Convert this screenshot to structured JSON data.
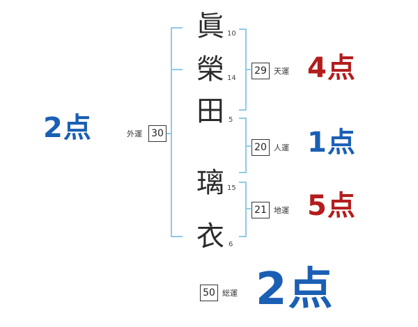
{
  "name_chars": [
    {
      "char": "眞",
      "strokes": "10"
    },
    {
      "char": "榮",
      "strokes": "14"
    },
    {
      "char": "田",
      "strokes": "5"
    },
    {
      "char": "璃",
      "strokes": "15"
    },
    {
      "char": "衣",
      "strokes": "6"
    }
  ],
  "gaiun": {
    "label": "外運",
    "value": "30",
    "score": "2点"
  },
  "tenun": {
    "label": "天運",
    "value": "29",
    "score": "4点"
  },
  "jinun": {
    "label": "人運",
    "value": "20",
    "score": "1点"
  },
  "chiun": {
    "label": "地運",
    "value": "21",
    "score": "5点"
  },
  "souun": {
    "label": "総運",
    "value": "50",
    "score": "2点"
  },
  "colors": {
    "bracket": "#8ec9e8",
    "blue": "#1a5fb4",
    "red": "#b31d1d",
    "text": "#2a2a2a"
  }
}
